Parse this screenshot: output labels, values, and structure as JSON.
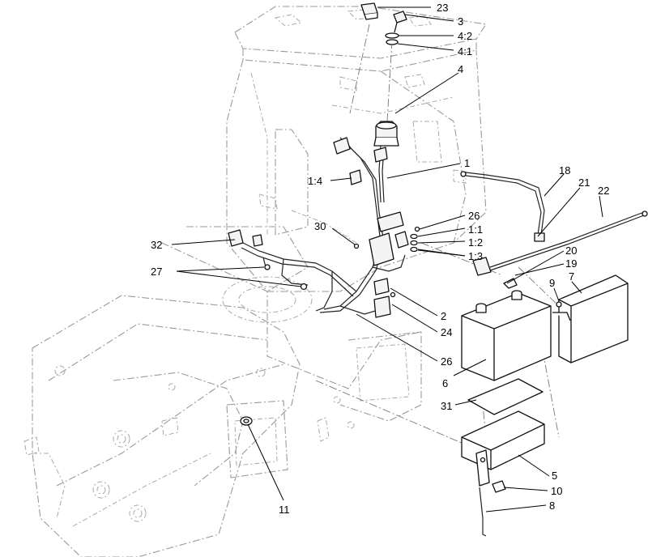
{
  "callouts": [
    {
      "id": "c23",
      "text": "23"
    },
    {
      "id": "c3",
      "text": "3"
    },
    {
      "id": "c4_2",
      "text": "4:2"
    },
    {
      "id": "c4_1",
      "text": "4:1"
    },
    {
      "id": "c4",
      "text": "4"
    },
    {
      "id": "c1",
      "text": "1"
    },
    {
      "id": "c1_4",
      "text": "1:4"
    },
    {
      "id": "c18",
      "text": "18"
    },
    {
      "id": "c21",
      "text": "21"
    },
    {
      "id": "c22",
      "text": "22"
    },
    {
      "id": "c26a",
      "text": "26"
    },
    {
      "id": "c1_1",
      "text": "1:1"
    },
    {
      "id": "c1_2",
      "text": "1:2"
    },
    {
      "id": "c1_3",
      "text": "1:3"
    },
    {
      "id": "c30",
      "text": "30"
    },
    {
      "id": "c32",
      "text": "32"
    },
    {
      "id": "c27",
      "text": "27"
    },
    {
      "id": "c20",
      "text": "20"
    },
    {
      "id": "c19",
      "text": "19"
    },
    {
      "id": "c9",
      "text": "9"
    },
    {
      "id": "c7",
      "text": "7"
    },
    {
      "id": "c2",
      "text": "2"
    },
    {
      "id": "c24",
      "text": "24"
    },
    {
      "id": "c26b",
      "text": "26"
    },
    {
      "id": "c6",
      "text": "6"
    },
    {
      "id": "c31",
      "text": "31"
    },
    {
      "id": "c5",
      "text": "5"
    },
    {
      "id": "c10",
      "text": "10"
    },
    {
      "id": "c8",
      "text": "8"
    },
    {
      "id": "c11",
      "text": "11"
    }
  ]
}
